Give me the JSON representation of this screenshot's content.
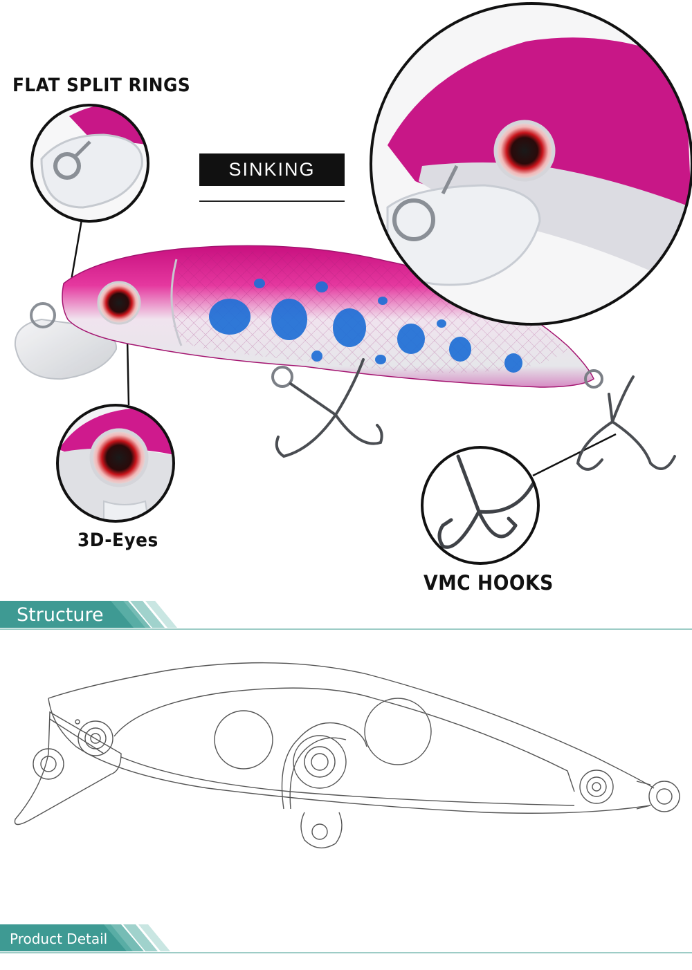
{
  "labels": {
    "flat_split_rings": "FLAT SPLIT RINGS",
    "sinking": "SINKING",
    "eyes": "3D-Eyes",
    "vmc_hooks": "VMC HOOKS"
  },
  "sections": {
    "structure": "Structure",
    "product_detail": "Product Detail"
  },
  "colors": {
    "lure_pink": "#d81b9a",
    "lure_silver": "#d9d9df",
    "spot_blue": "#1f6fd6",
    "band_teal": "#3e9a93",
    "band_line": "#7dbbb4"
  }
}
